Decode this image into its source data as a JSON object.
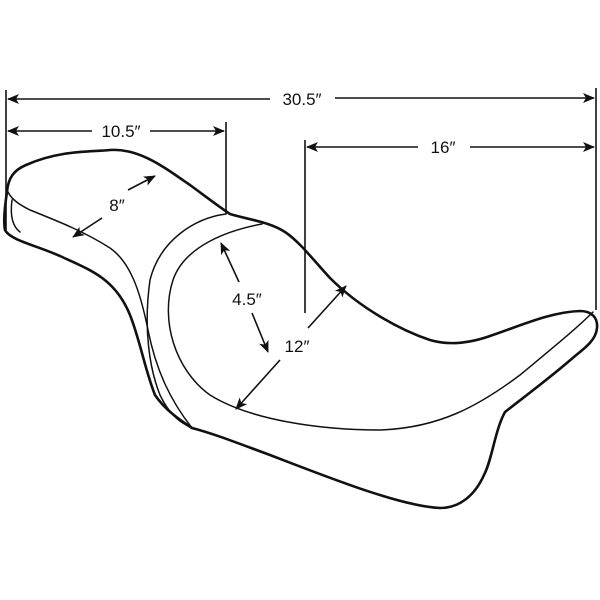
{
  "diagram": {
    "subject": "Motorcycle two-up seat dimension drawing",
    "colors": {
      "line": "#111111",
      "background": "#ffffff"
    },
    "dimensions": {
      "overall_length": {
        "label": "30.5″",
        "value": 30.5,
        "unit": "in"
      },
      "driver_length": {
        "label": "10.5″",
        "value": 10.5,
        "unit": "in"
      },
      "passenger_length": {
        "label": "16″",
        "value": 16,
        "unit": "in"
      },
      "driver_width": {
        "label": "8″",
        "value": 8,
        "unit": "in"
      },
      "bucket_depth": {
        "label": "4.5″",
        "value": 4.5,
        "unit": "in"
      },
      "bucket_width": {
        "label": "12″",
        "value": 12,
        "unit": "in"
      }
    }
  }
}
